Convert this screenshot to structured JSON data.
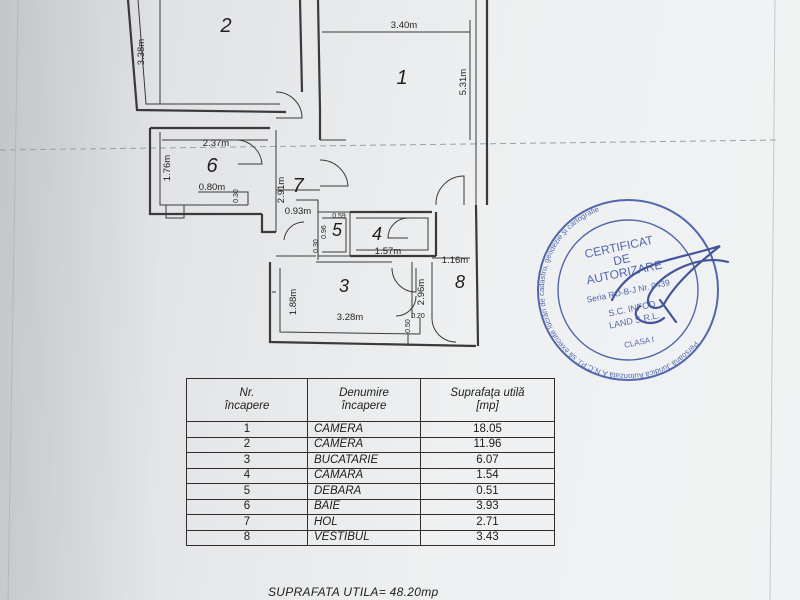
{
  "plan": {
    "rooms": [
      {
        "nr": "1",
        "dims": [
          "3.40m",
          "5.31m"
        ]
      },
      {
        "nr": "2",
        "dims": [
          "3.38m"
        ]
      },
      {
        "nr": "3",
        "dims": [
          "1.88m",
          "3.28m"
        ]
      },
      {
        "nr": "4",
        "dims": [
          "1.57m"
        ]
      },
      {
        "nr": "5",
        "dims": [
          "0.96",
          "0.59"
        ]
      },
      {
        "nr": "6",
        "dims": [
          "2.37m",
          "1.76m",
          "0.80m",
          "0.30"
        ]
      },
      {
        "nr": "7",
        "dims": [
          "2.91m",
          "0.93m"
        ]
      },
      {
        "nr": "8",
        "dims": [
          "1.16m",
          "2.96m"
        ]
      }
    ],
    "misc_dims": [
      "0.30",
      "0.50",
      "0.20"
    ]
  },
  "table": {
    "headers": [
      "Nr.\nîncapere",
      "Denumire\nîncapere",
      "Suprafaţa utilă\n[mp]"
    ],
    "rows": [
      {
        "nr": "1",
        "name": "CAMERA",
        "area": "18.05"
      },
      {
        "nr": "2",
        "name": "CAMERA",
        "area": "11.96"
      },
      {
        "nr": "3",
        "name": "BUCATARIE",
        "area": "6.07"
      },
      {
        "nr": "4",
        "name": "CAMARA",
        "area": "1.54"
      },
      {
        "nr": "5",
        "name": "DEBARA",
        "area": "0.51"
      },
      {
        "nr": "6",
        "name": "BAIE",
        "area": "3.93"
      },
      {
        "nr": "7",
        "name": "HOL",
        "area": "2.71"
      },
      {
        "nr": "8",
        "name": "VESTIBUL",
        "area": "3.43"
      }
    ]
  },
  "total": "SUPRAFATA UTILA= 48.20mp",
  "stamp": {
    "title_lines": [
      "CERTIFICAT",
      "DE",
      "AUTORIZARE"
    ],
    "serie": "Seria RO-B-J  Nr. 0439",
    "company_lines": [
      "S.C. INFOD",
      "LAND S.R.L."
    ],
    "clasa": "CLASA I",
    "ring_text": "Persoană Juridică Autorizată A.N.C.P.I. să execute lucrări de cadastru, geodezie şi cartografie",
    "color": "#3d54a3"
  }
}
